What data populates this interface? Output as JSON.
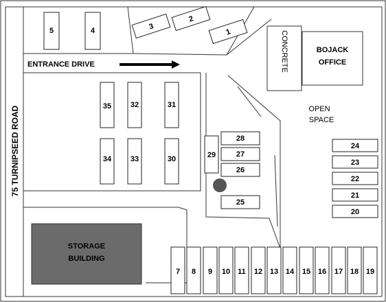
{
  "road": "75 TURNIPSEED ROAD",
  "entrance": "ENTRANCE DRIVE",
  "concrete": "CONCRETE",
  "office": [
    "BOJACK",
    "OFFICE"
  ],
  "open_space": [
    "OPEN",
    "SPACE"
  ],
  "storage": [
    "STORAGE",
    "BUILDING"
  ],
  "colors": {
    "storage_fill": "#6b6b6b",
    "marker": "#555555",
    "arrow": "#000000"
  },
  "spaces": {
    "s1": "1",
    "s2": "2",
    "s3": "3",
    "s4": "4",
    "s5": "5",
    "s7": "7",
    "s8": "8",
    "s9": "9",
    "s10": "10",
    "s11": "11",
    "s12": "12",
    "s13": "13",
    "s14": "14",
    "s15": "15",
    "s16": "16",
    "s17": "17",
    "s18": "18",
    "s19": "19",
    "s20": "20",
    "s21": "21",
    "s22": "22",
    "s23": "23",
    "s24": "24",
    "s25": "25",
    "s26": "26",
    "s27": "27",
    "s28": "28",
    "s29": "29",
    "s30": "30",
    "s31": "31",
    "s32": "32",
    "s33": "33",
    "s34": "34",
    "s35": "35"
  }
}
